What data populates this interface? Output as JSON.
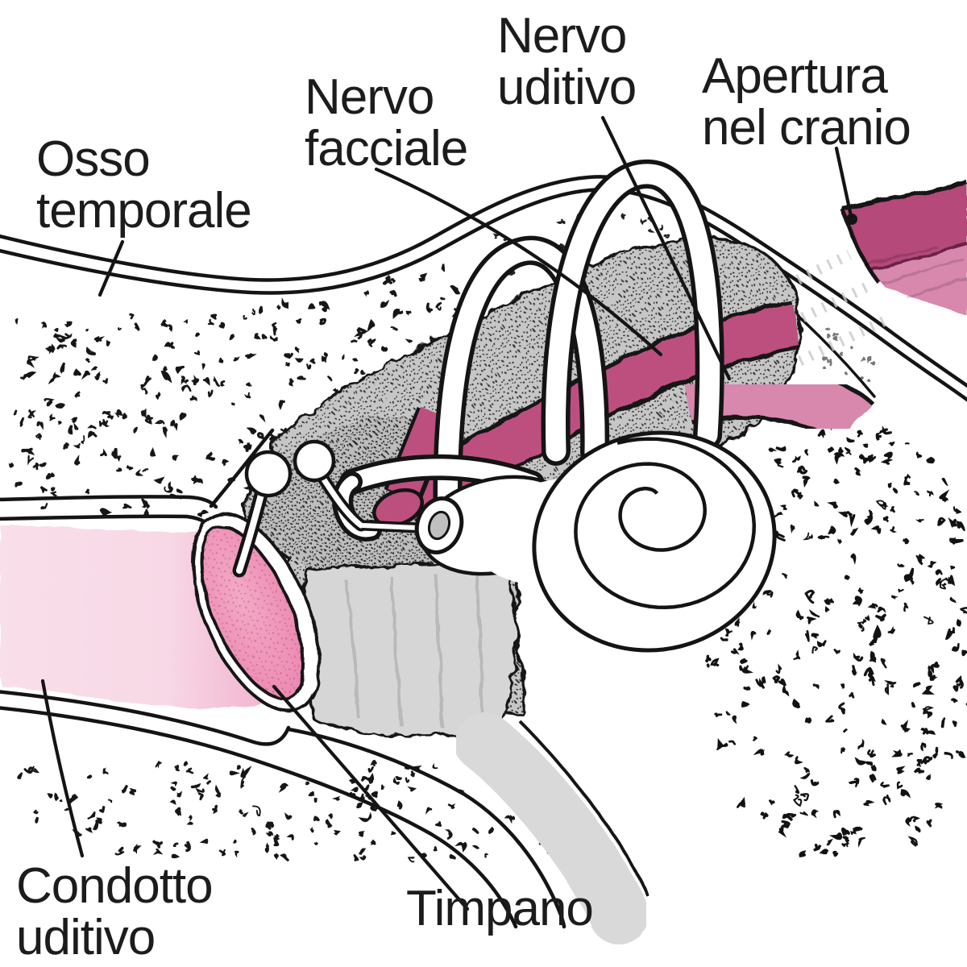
{
  "labels": {
    "osso_temporale": {
      "line1": "Osso",
      "line2": "temporale"
    },
    "nervo_facciale": {
      "line1": "Nervo",
      "line2": "facciale"
    },
    "nervo_uditivo": {
      "line1": "Nervo",
      "line2": "uditivo"
    },
    "apertura_nel_cranio": {
      "line1": "Apertura",
      "line2": "nel cranio"
    },
    "condotto_uditivo": {
      "line1": "Condotto",
      "line2": "uditivo"
    },
    "timpano": {
      "line1": "Timpano"
    }
  },
  "colors": {
    "outline": "#141414",
    "label_text": "#1c1c1c",
    "ear_canal_light": "#f9dfea",
    "ear_canal_deep": "#f2b3cf",
    "eardrum": "#ee8fb6",
    "eardrum_light": "#f4a9c6",
    "facial_nerve": "#bd4f7e",
    "auditory_nerve": "#d887ad",
    "skull_opening_dark": "#b4487a",
    "skull_opening_light": "#d887ad",
    "bone_stipple_gray": "#c6c6c6",
    "attic_gray": "#bdbdbd",
    "cavity_gray": "#d6d6d6",
    "tube_gray": "#d9d9d9",
    "ghost_gray": "#c9c9c9"
  }
}
